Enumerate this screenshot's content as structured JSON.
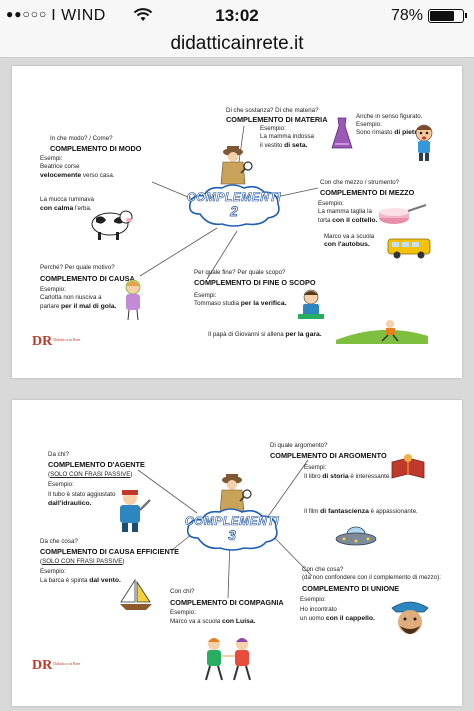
{
  "status_bar": {
    "signal_dots": "●●○○○",
    "carrier": "I WIND",
    "time": "13:02",
    "battery": "78%",
    "battery_level": 0.78
  },
  "browser": {
    "url": "didatticainrete.it"
  },
  "card1": {
    "center_title": "COMPLEMENTI",
    "center_number": "2",
    "materia": {
      "question": "Di che sostanza? Di che materia?",
      "title": "COMPLEMENTO DI MATERIA",
      "example_label": "Esempio:",
      "line1": "La mamma indossa",
      "line2_pre": "il vestito ",
      "line2_bold": "di seta.",
      "figurato1": "Anche in senso figurato.",
      "figurato2": "Esempio:",
      "figurato3_pre": "Sono rimasto ",
      "figurato3_bold": "di pietra!"
    },
    "modo": {
      "question": "In che modo? / Come?",
      "title": "COMPLEMENTO DI MODO",
      "example_label": "Esempi:",
      "line1": "Beatrice corse",
      "line2_bold": "velocemente",
      "line2_post": " verso casa.",
      "line3": "La mucca ruminava",
      "line4_bold": "con calma",
      "line4_post": " l'erba."
    },
    "mezzo": {
      "question": "Con che mezzo / strumento?",
      "title": "COMPLEMENTO DI MEZZO",
      "example_label": "Esempio:",
      "line1": "La mamma taglia la",
      "line2_pre": "torta ",
      "line2_bold": "con il coltello.",
      "line3": "Marco va a scuola",
      "line4_bold": "con l'autobus."
    },
    "causa": {
      "question": "Perché? Per quale motivo?",
      "title": "COMPLEMENTO DI CAUSA",
      "example_label": "Esempio:",
      "line1": "Carlotta non riusciva a",
      "line2_pre": "parlare ",
      "line2_bold": "per il mal di gola."
    },
    "fine": {
      "question": "Per quale fine? Per quale scopo?",
      "title": "COMPLEMENTO DI FINE O SCOPO",
      "example_label": "Esempi:",
      "line1_pre": "Tommaso studia ",
      "line1_bold": "per la verifica.",
      "line2_pre": "Il papà di Giovanni si allena ",
      "line2_bold": "per la gara."
    },
    "logo": {
      "mark": "DR",
      "caption": "Didattica in Rete"
    }
  },
  "card2": {
    "center_title": "COMPLEMENTI",
    "center_number": "3",
    "agente": {
      "question": "Da chi?",
      "title": "COMPLEMENTO D'AGENTE",
      "note_open": "(",
      "note": "SOLO CON FRASI PASSIVE",
      "note_close": ")",
      "example_label": "Esempio:",
      "line1": "Il tubo è stato aggiustato",
      "line2_bold": "dall'idraulico."
    },
    "causa_eff": {
      "question": "Da che cosa?",
      "title": "COMPLEMENTO DI CAUSA EFFICIENTE",
      "note_open": "(",
      "note": "SOLO CON FRASI PASSIVE",
      "note_close": ")",
      "example_label": "Esempio:",
      "line1_pre": "La barca è spinta ",
      "line1_bold": "dal vento."
    },
    "argomento": {
      "question": "Di quale argomento?",
      "title": "COMPLEMENTO DI ARGOMENTO",
      "example_label": "Esempi:",
      "line1_pre": "Il libro ",
      "line1_bold": "di storia",
      "line1_post": " è interessante.",
      "line2_pre": "Il film ",
      "line2_bold": "di fantascienza",
      "line2_post": " è appassionante."
    },
    "compagnia": {
      "question": "Con chi?",
      "title": "COMPLEMENTO DI COMPAGNIA",
      "example_label": "Esempio:",
      "line1_pre": "Marco va a scuola ",
      "line1_bold": "con Luisa."
    },
    "unione": {
      "question": "Con che cosa?",
      "question2": "(da non confondere con il complemento di mezzo):",
      "title": "COMPLEMENTO DI UNIONE",
      "example_label": "Esempio:",
      "line1": "Ho incontrato",
      "line2_pre": "un uomo ",
      "line2_bold": "con il cappello."
    },
    "logo": {
      "mark": "DR",
      "caption": "Didattica in Rete"
    }
  }
}
